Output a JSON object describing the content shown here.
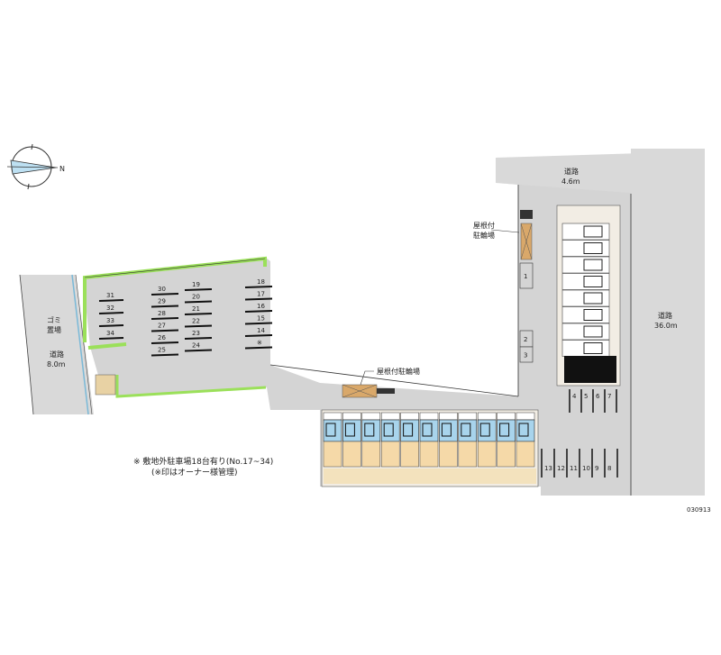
{
  "compass": {
    "north_label": "N"
  },
  "roads": {
    "top": {
      "name": "道路",
      "width": "4.6m"
    },
    "right": {
      "name": "道路",
      "width": "36.0m"
    },
    "left": {
      "name": "道路",
      "width": "8.0m"
    }
  },
  "labels": {
    "garbage_line1": "ゴミ",
    "garbage_line2": "置場",
    "bike_top_line1": "屋根付",
    "bike_top_line2": "駐輪場",
    "bike_bottom": "屋根付駐輪場"
  },
  "note": {
    "line1": "※ 敷地外駐車場18台有り(No.17~34)",
    "line2": "(※印はオーナー様管理)"
  },
  "code": "030913",
  "parking": {
    "onsite_vertical": [
      "1",
      "2",
      "3"
    ],
    "onsite_row_a": [
      "4",
      "5",
      "6",
      "7"
    ],
    "onsite_row_b": [
      "13",
      "12",
      "11",
      "10",
      "9",
      "8"
    ],
    "lot_col_left": [
      "31",
      "32",
      "33",
      "34"
    ],
    "lot_col_mid_left": [
      "30",
      "29",
      "28",
      "27",
      "26",
      "25"
    ],
    "lot_col_mid_right": [
      "19",
      "20",
      "21",
      "22",
      "23",
      "24"
    ],
    "lot_col_right": [
      "18",
      "17",
      "16",
      "15",
      "14",
      "※"
    ]
  },
  "colors": {
    "road": "#d9d9d9",
    "site": "#d4d4d4",
    "hedge": "#9be05a",
    "bike": "#d9a86a",
    "unit_blue": "#a8d4ec",
    "unit_tan": "#f5d9a8"
  }
}
